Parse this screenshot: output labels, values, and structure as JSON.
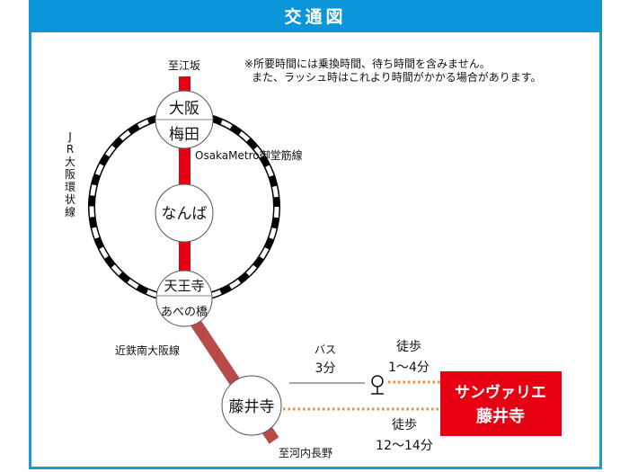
{
  "title": "交通図",
  "notes": [
    "※所要時間には乗換時間、待ち時間を含みません。",
    "また、ラッシュ時はこれより時間がかかる場合があります。"
  ],
  "lines": {
    "metro": {
      "label": "OsakaMetro御堂筋線",
      "color": "#e60012",
      "toward": "至江坂"
    },
    "jr_loop": {
      "label": [
        "J",
        "R",
        "大",
        "阪",
        "環",
        "状",
        "線"
      ]
    },
    "kintetsu": {
      "label": "近鉄南大阪線",
      "color": "#b84a4a",
      "toward": "至河内長野"
    }
  },
  "stations": {
    "umeda": {
      "top": "大阪",
      "bottom": "梅田"
    },
    "namba": "なんば",
    "tennoji": {
      "top": "天王寺",
      "bottom": "あべの橋"
    },
    "fujiidera": "藤井寺"
  },
  "routes": {
    "bus": {
      "mode": "バス",
      "time": "3分"
    },
    "walk_from_bus": {
      "mode": "徒歩",
      "time": "1〜4分"
    },
    "walk_from_station": {
      "mode": "徒歩",
      "time": "12〜14分"
    }
  },
  "destination": {
    "line1": "サンヴァリエ",
    "line2": "藤井寺",
    "color": "#e60012"
  },
  "walk_color": "#f08a3c"
}
